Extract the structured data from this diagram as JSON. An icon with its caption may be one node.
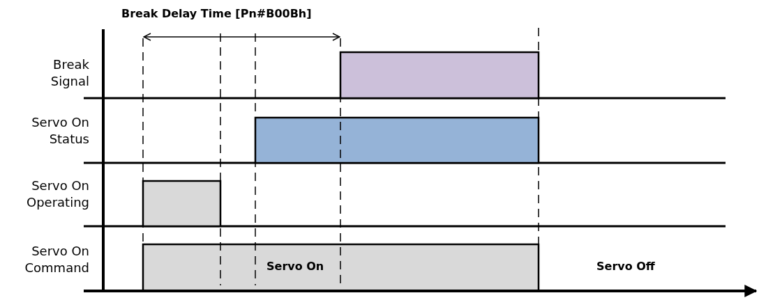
{
  "diagram": {
    "labels": [
      "Break Delay Time [Pn#B00Bh]",
      "Break Signal",
      "Servo On Status",
      "Servo On Operating",
      "Servo On Command",
      "Servo On",
      "Servo Off"
    ]
  }
}
